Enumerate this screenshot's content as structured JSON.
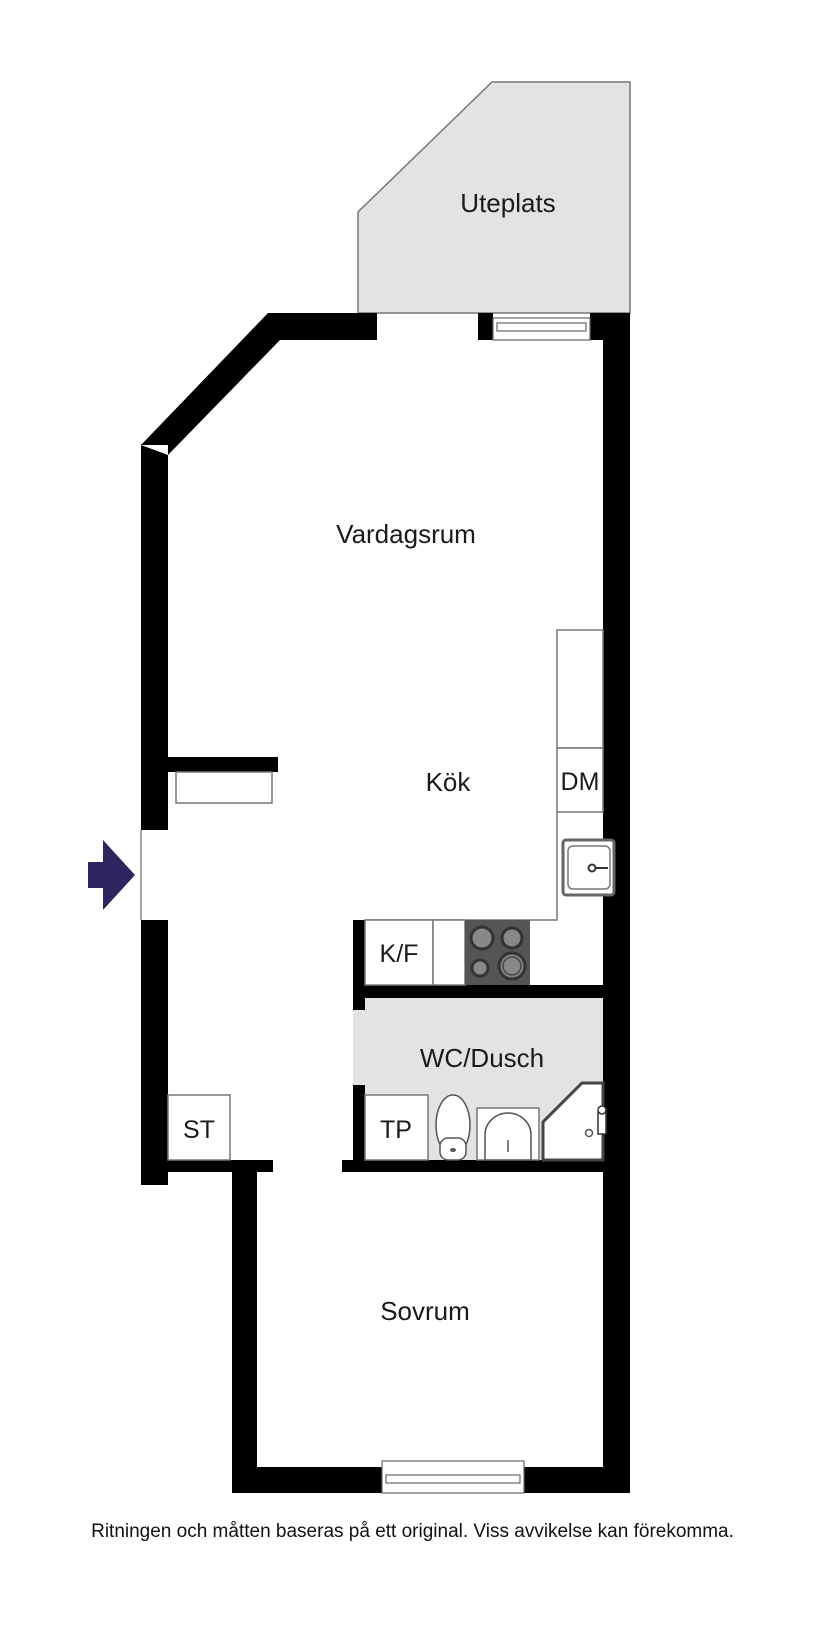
{
  "plan": {
    "rooms": [
      {
        "id": "uteplats",
        "label": "Uteplats"
      },
      {
        "id": "vardagsrum",
        "label": "Vardagsrum"
      },
      {
        "id": "kok",
        "label": "Kök"
      },
      {
        "id": "wc_dusch",
        "label": "WC/Dusch"
      },
      {
        "id": "sovrum",
        "label": "Sovrum"
      }
    ],
    "fixtures": [
      {
        "id": "dm",
        "label": "DM"
      },
      {
        "id": "kf",
        "label": "K/F"
      },
      {
        "id": "tp",
        "label": "TP"
      },
      {
        "id": "st",
        "label": "ST"
      }
    ],
    "entrance_icon": "arrow-right-icon",
    "colors": {
      "wall": "#000000",
      "patio_fill": "#e3e3e3",
      "bathroom_fill": "#e3e3e3",
      "entrance_arrow": "#2e2560",
      "cooktop": "#555555"
    }
  },
  "caption": "Ritningen och måtten baseras på ett original. Viss avvikelse kan förekomma."
}
